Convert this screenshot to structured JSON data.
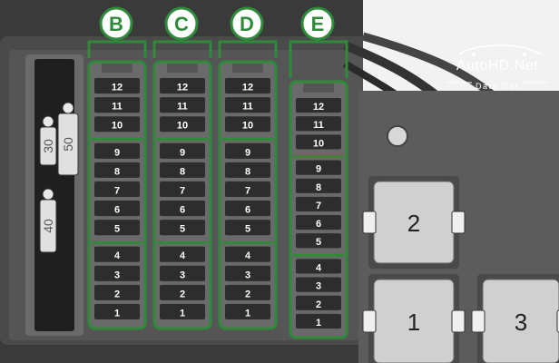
{
  "diagram": {
    "blocks": [
      {
        "id": "B",
        "label": "B",
        "fuses": [
          "12",
          "11",
          "10",
          "9",
          "8",
          "7",
          "6",
          "5",
          "4",
          "3",
          "2",
          "1"
        ]
      },
      {
        "id": "C",
        "label": "C",
        "fuses": [
          "12",
          "11",
          "10",
          "9",
          "8",
          "7",
          "6",
          "5",
          "4",
          "3",
          "2",
          "1"
        ]
      },
      {
        "id": "D",
        "label": "D",
        "fuses": [
          "12",
          "11",
          "10",
          "9",
          "8",
          "7",
          "6",
          "5",
          "4",
          "3",
          "2",
          "1"
        ]
      },
      {
        "id": "E",
        "label": "E",
        "fuses": [
          "12",
          "11",
          "10",
          "9",
          "8",
          "7",
          "6",
          "5",
          "4",
          "3",
          "2",
          "1"
        ]
      }
    ],
    "maxi_fuses": [
      "30",
      "50",
      "40"
    ],
    "relays": [
      "2",
      "1",
      "3"
    ]
  },
  "watermark": {
    "title": "AutoHD.Net",
    "subtitle": "Data Car"
  },
  "colors": {
    "housing": "#3e3e3e",
    "panel": "#585858",
    "fuse_block": "#6a6a6a",
    "fuse_slot": "#2d2d2d",
    "highlight_green": "#2f8a3a",
    "label_bg": "#ffffff",
    "relay": "#d0d0d0"
  }
}
